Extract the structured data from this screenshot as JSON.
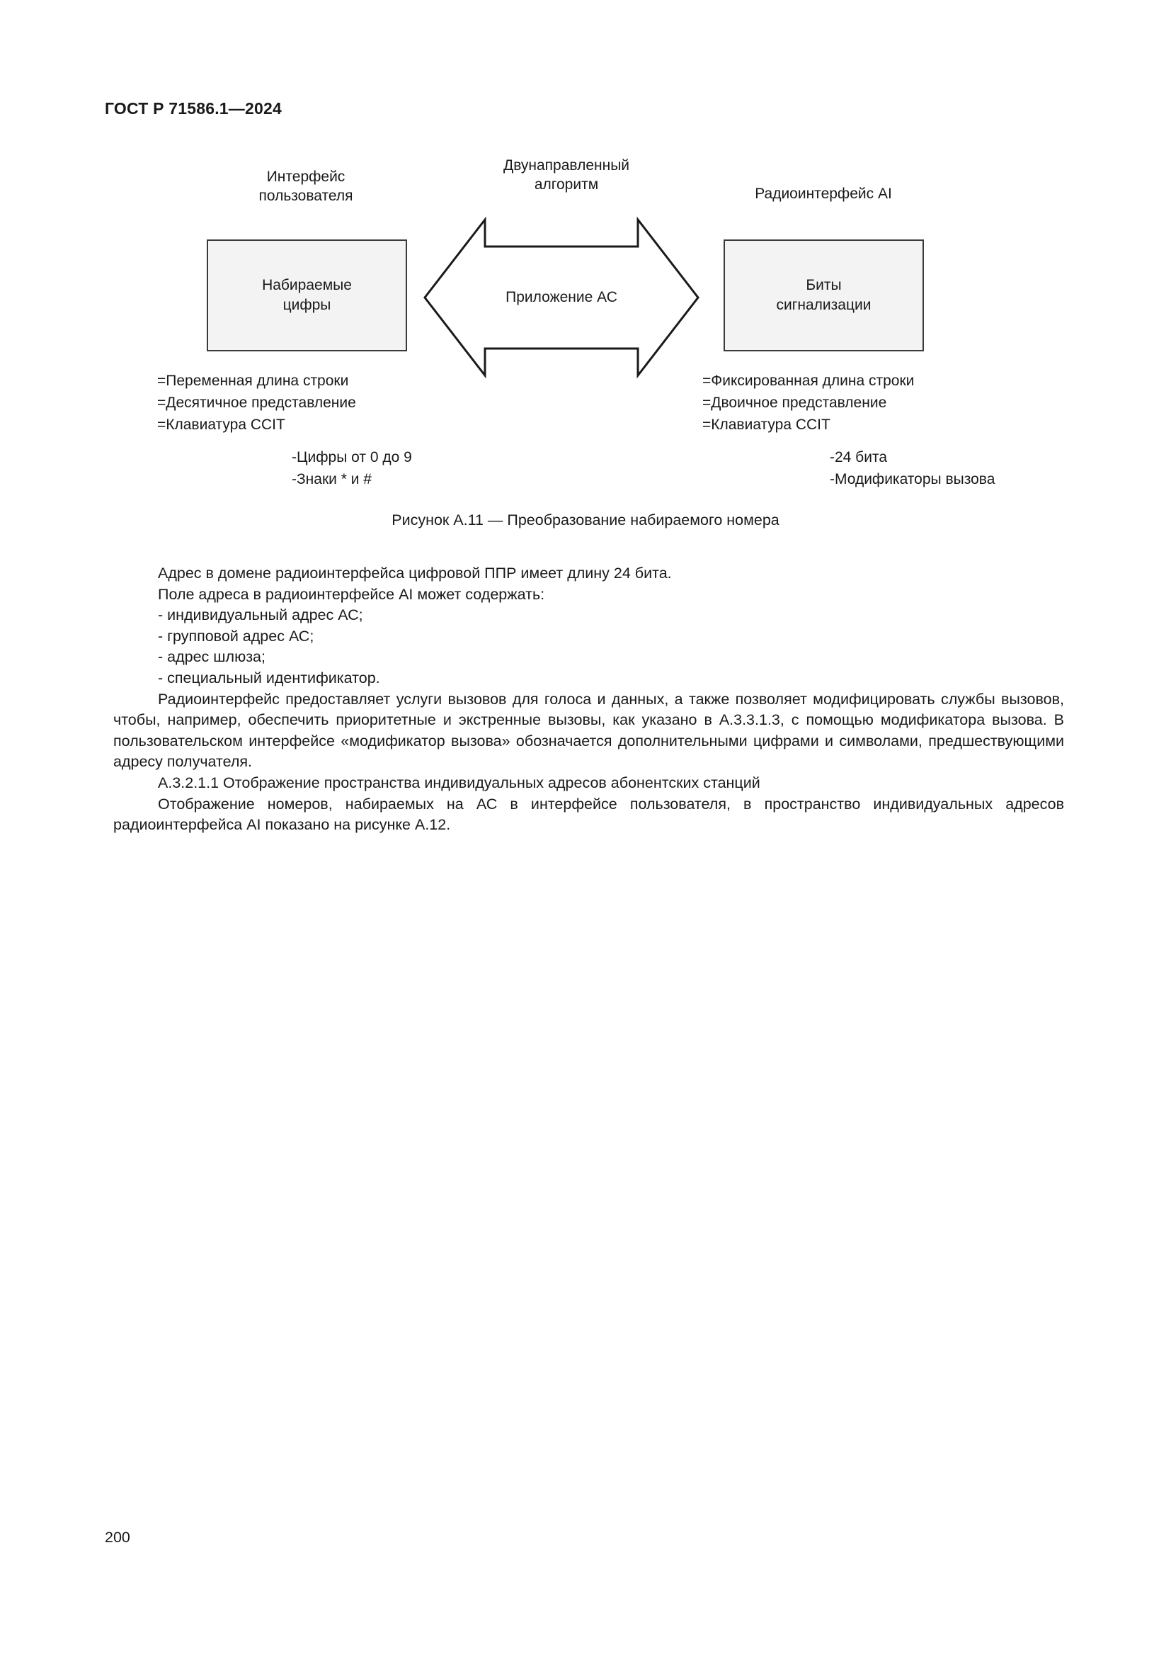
{
  "header": {
    "doc_number": "ГОСТ Р 71586.1—2024"
  },
  "figure": {
    "top_labels": {
      "left": "Интерфейс\nпользователя",
      "center": "Двунаправленный\nалгоритм",
      "right": "Радиоинтерфейс AI"
    },
    "left_box": "Набираемые\nцифры",
    "arrow_label": "Приложение АС",
    "right_box": "Биты\nсигнализации",
    "left_notes": [
      "=Переменная длина строки",
      "=Десятичное представление",
      "=Клавиатура CCIT"
    ],
    "left_subnotes": [
      "-Цифры от 0 до 9",
      "-Знаки * и #"
    ],
    "right_notes": [
      "=Фиксированная длина строки",
      "=Двоичное представление",
      "=Клавиатура CCIT"
    ],
    "right_subnotes": [
      "-24 бита",
      "-Модификаторы вызова"
    ],
    "caption": "Рисунок А.11 — Преобразование набираемого номера"
  },
  "body": {
    "p1": "Адрес в домене радиоинтерфейса цифровой ППР имеет длину 24 бита.",
    "p2": "Поле адреса в радиоинтерфейсе AI может содержать:",
    "list": [
      "- индивидуальный адрес АС;",
      "- групповой адрес АС;",
      "- адрес шлюза;",
      "- специальный идентификатор."
    ],
    "p3": "Радиоинтерфейс предоставляет услуги вызовов для голоса и данных, а также позволяет модифицировать службы вызовов, чтобы, например, обеспечить приоритетные и экстренные вызовы, как указано в А.3.3.1.3, с помощью модификатора вызова. В пользовательском интерфейсе «модификатор вызова» обозначается дополнительными цифрами и символами, предшествующими адресу получателя.",
    "heading": "А.3.2.1.1 Отображение пространства индивидуальных адресов абонентских станций",
    "p4": "Отображение номеров, набираемых на АС в интерфейсе пользователя, в пространство индивидуальных адресов радиоинтерфейса AI показано на рисунке А.12."
  },
  "footer": {
    "page_number": "200"
  },
  "colors": {
    "box_fill": "#f3f3f3",
    "box_border": "#3a3a3a",
    "text": "#1a1a1a"
  }
}
